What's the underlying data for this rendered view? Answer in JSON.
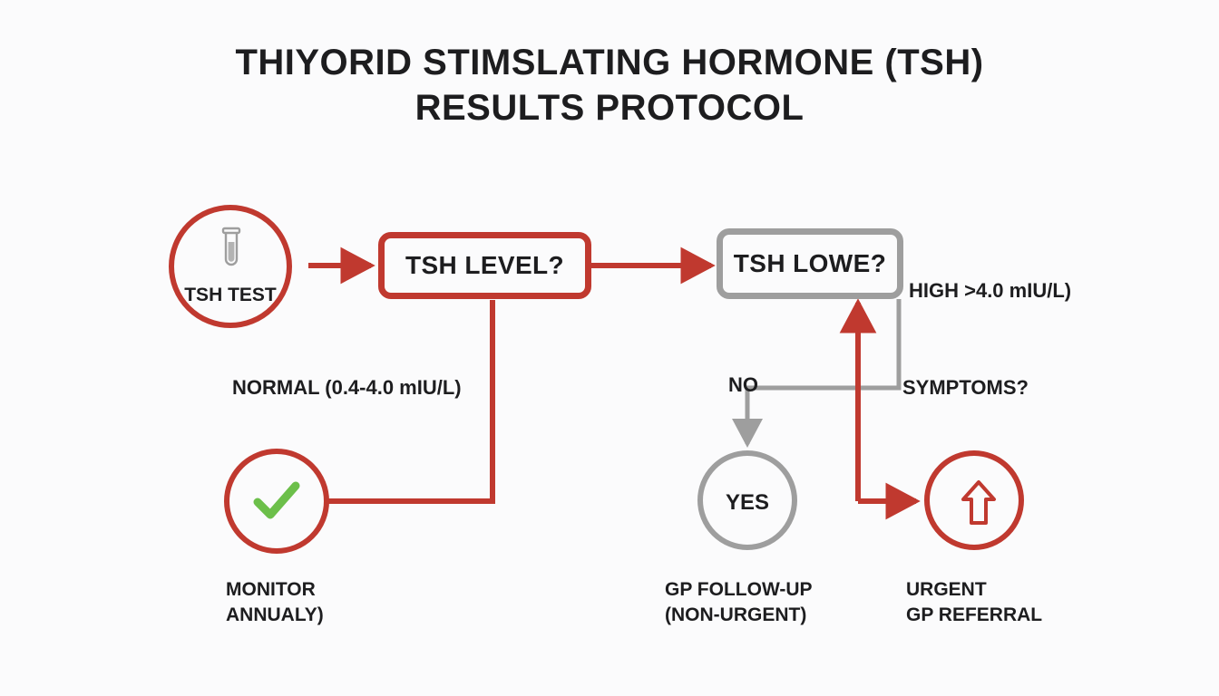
{
  "title": {
    "line1": "THIYORID STIMSLATING HORMONE (TSH)",
    "line2": "RESULTS PROTOCOL"
  },
  "colors": {
    "background": "#fbfbfc",
    "red": "#c0392f",
    "gray": "#9e9e9e",
    "green": "#6cbf4a",
    "text": "#1d1d1f"
  },
  "nodes": {
    "tsh_test": {
      "label": "TSH TEST",
      "icon": "test-tube-icon",
      "shape": "circle",
      "color": "red"
    },
    "tsh_level": {
      "label": "TSH LEVEL?",
      "shape": "rounded-box",
      "color": "red"
    },
    "tsh_lower": {
      "label": "TSH LOWE?",
      "shape": "rounded-box",
      "color": "gray"
    },
    "monitor": {
      "icon": "check-icon",
      "shape": "circle",
      "color": "red",
      "caption_line1": "MONITOR",
      "caption_line2": "ANNUALY)"
    },
    "gp_followup": {
      "label": "YES",
      "shape": "circle",
      "color": "gray",
      "caption_line1": "GP FOLLOW-UP",
      "caption_line2": "(NON-URGENT)"
    },
    "urgent_referral": {
      "icon": "arrow-up-icon",
      "shape": "circle",
      "color": "red",
      "caption_line1": "URGENT",
      "caption_line2": "GP REFERRAL"
    }
  },
  "edge_labels": {
    "normal": "NORMAL (0.4-4.0 mIU/L)",
    "high": "HIGH >4.0 mIU/L)",
    "no": "NO",
    "symptoms": "SYMPTOMS?"
  },
  "chart_data": {
    "type": "flowchart",
    "title": "THIYORID STIMSLATING HORMONE (TSH) RESULTS PROTOCOL",
    "nodes": [
      {
        "id": "tsh_test",
        "text": "TSH TEST",
        "shape": "circle",
        "color": "#c0392f",
        "icon": "test-tube"
      },
      {
        "id": "tsh_level",
        "text": "TSH LEVEL?",
        "shape": "rounded-rect",
        "color": "#c0392f"
      },
      {
        "id": "tsh_lower",
        "text": "TSH LOWE?",
        "shape": "rounded-rect",
        "color": "#9e9e9e"
      },
      {
        "id": "monitor",
        "text": "MONITOR ANNUALY)",
        "shape": "circle",
        "color": "#c0392f",
        "icon": "check"
      },
      {
        "id": "gp_followup",
        "text": "YES / GP FOLLOW-UP (NON-URGENT)",
        "shape": "circle",
        "color": "#9e9e9e"
      },
      {
        "id": "urgent_referral",
        "text": "URGENT GP REFERRAL",
        "shape": "circle",
        "color": "#c0392f",
        "icon": "arrow-up"
      }
    ],
    "edges": [
      {
        "from": "tsh_test",
        "to": "tsh_level",
        "label": "",
        "color": "#c0392f"
      },
      {
        "from": "tsh_level",
        "to": "tsh_lower",
        "label": "",
        "color": "#c0392f"
      },
      {
        "from": "tsh_level",
        "to": "monitor",
        "label": "NORMAL (0.4-4.0 mIU/L)",
        "color": "#c0392f"
      },
      {
        "from": "tsh_lower",
        "to": "gp_followup",
        "label": "NO",
        "color": "#9e9e9e"
      },
      {
        "from": "urgent_referral",
        "to": "tsh_lower",
        "label": "SYMPTOMS?",
        "color": "#c0392f"
      },
      {
        "from": "tsh_lower",
        "to": "urgent_referral",
        "label": "HIGH >4.0 mIU/L)",
        "color": "#c0392f"
      }
    ]
  }
}
